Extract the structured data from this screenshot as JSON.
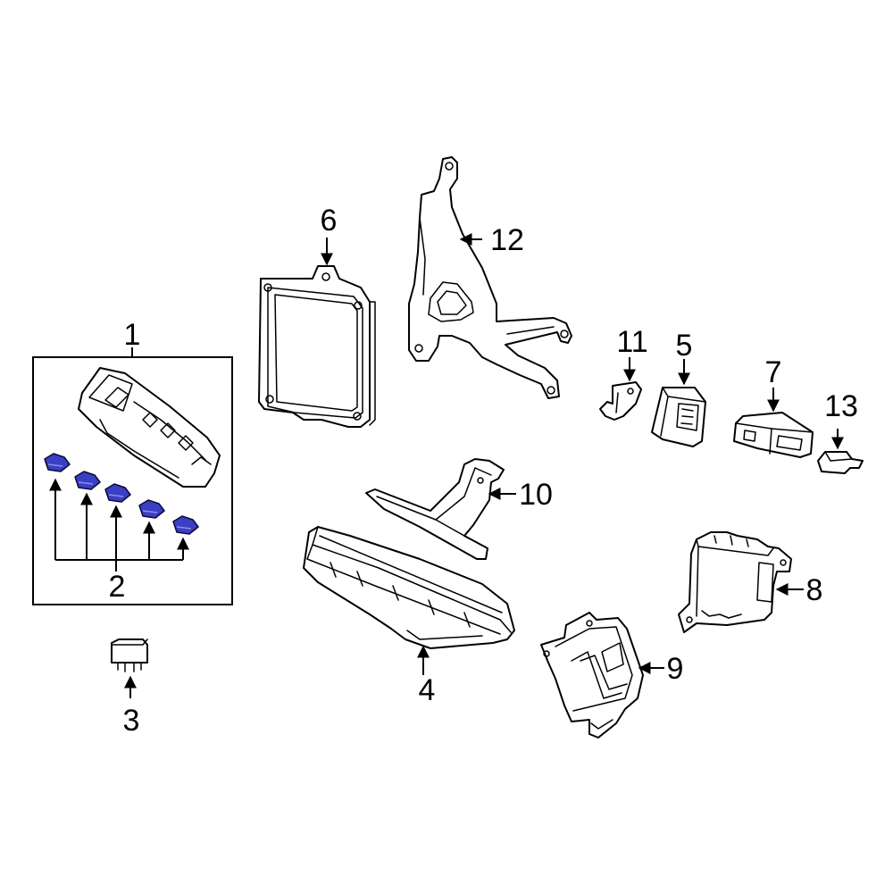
{
  "callouts": {
    "c1": "1",
    "c2": "2",
    "c3": "3",
    "c4": "4",
    "c5": "5",
    "c6": "6",
    "c7": "7",
    "c8": "8",
    "c9": "9",
    "c10": "10",
    "c11": "11",
    "c12": "12",
    "c13": "13"
  },
  "colors": {
    "line": "#000000",
    "fuse_fill": "#3a3fc4",
    "background": "#ffffff"
  }
}
